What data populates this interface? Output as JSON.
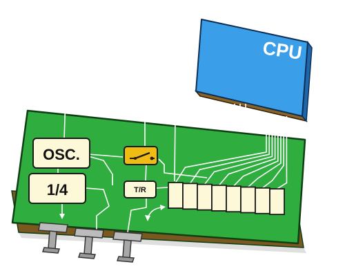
{
  "cpu": {
    "label": "CPU"
  },
  "board": {
    "osc_label": "OSC.",
    "divider_label": "1/4",
    "tr_label": "T/R",
    "shift_register": {
      "cell_count": 8
    }
  },
  "colors": {
    "board": "#2fae3f",
    "board_edge": "#0f3d14",
    "board_side": "#8a6424",
    "cpu_face": "#3b9ee8",
    "cpu_side": "#2a78c0",
    "block_fill": "#fcf8d8",
    "switch_fill": "#f0bc14",
    "wire": "#ffffff",
    "pin": "#bcbcbc"
  }
}
